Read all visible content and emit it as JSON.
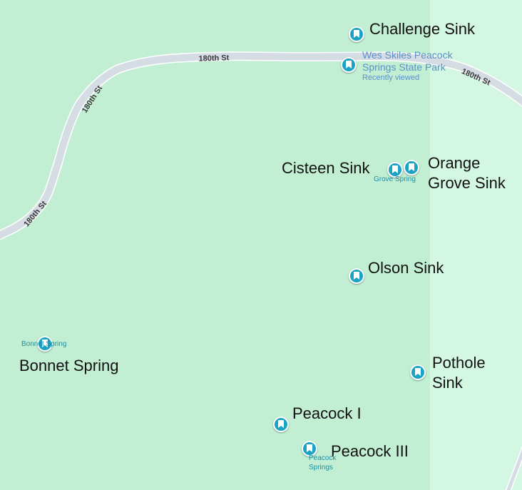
{
  "roads": {
    "name": "180th St",
    "labels": [
      "180th St",
      "180th St",
      "180th St",
      "180th St"
    ]
  },
  "park": {
    "name_line1": "Wes Skiles Peacock",
    "name_line2": "Springs State Park",
    "status": "Recently viewed"
  },
  "places": {
    "challenge_sink": "Challenge Sink",
    "cisteen_sink": "Cisteen Sink",
    "orange_grove_line1": "Orange",
    "orange_grove_line2": "Grove Sink",
    "grove_spring": "Grove Spring",
    "olson_sink": "Olson Sink",
    "bonnet_spring_small": "Bonnet Spring",
    "bonnet_spring": "Bonnet Spring",
    "pothole_line1": "Pothole",
    "pothole_line2": "Sink",
    "peacock_i": "Peacock I",
    "peacock_iii": "Peacock III",
    "peacock_springs_line1": "Peacock",
    "peacock_springs_line2": "Springs"
  },
  "colors": {
    "park_fill": "#c2efd3",
    "open_fill": "#d3f7e3",
    "road": "#d5dce4",
    "pin": "#1aa3c2",
    "park_label": "#5b8fc5"
  },
  "icons": {
    "marker": "bookmark-icon"
  }
}
